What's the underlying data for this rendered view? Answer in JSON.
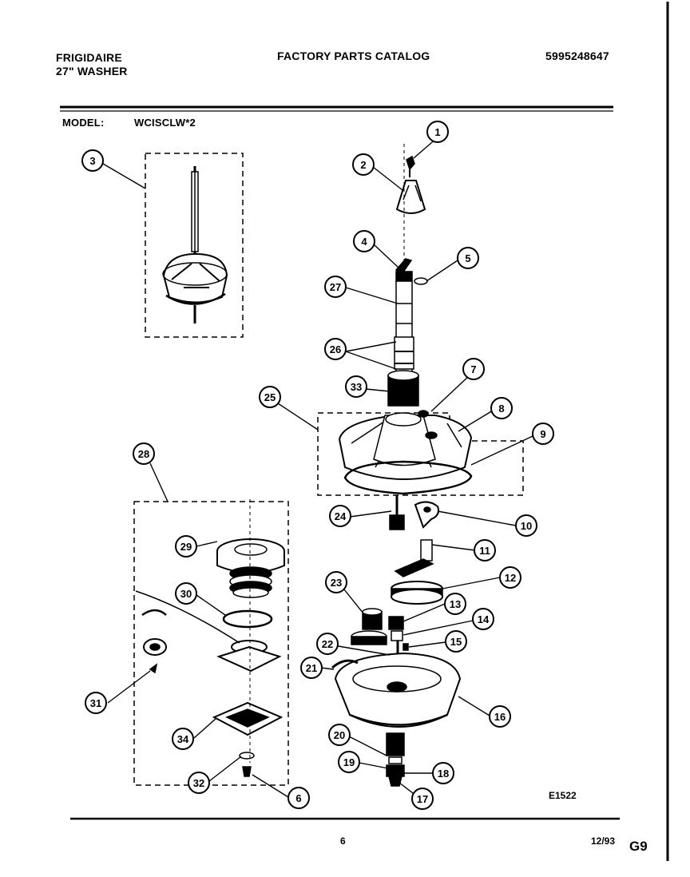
{
  "header": {
    "brand": "FRIGIDAIRE",
    "product": "27\" WASHER",
    "title": "FACTORY PARTS CATALOG",
    "catalog_number": "5995248647",
    "model_label": "MODEL:",
    "model_value": "WCISCLW*2"
  },
  "diagram": {
    "figure_code": "E1522",
    "callouts": [
      "1",
      "2",
      "3",
      "4",
      "5",
      "6",
      "7",
      "8",
      "9",
      "10",
      "11",
      "12",
      "13",
      "14",
      "15",
      "16",
      "17",
      "18",
      "19",
      "20",
      "21",
      "22",
      "23",
      "24",
      "25",
      "26",
      "27",
      "28",
      "29",
      "30",
      "31",
      "32",
      "33",
      "34"
    ]
  },
  "footer": {
    "page": "6",
    "date": "12/93",
    "code": "G9"
  }
}
